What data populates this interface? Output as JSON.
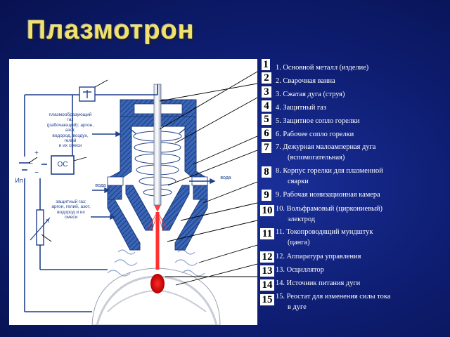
{
  "title": "Плазмотрон",
  "diagram": {
    "gas_label": [
      "плазмообразующий газ",
      "(рабочающий): аргон, азот,",
      "водород, воздух, гелий",
      "и их смеси"
    ],
    "shield_gas_label": [
      "защитный газ:",
      "аргон, гелий, азот,",
      "водород и их",
      "смеси"
    ],
    "os_label": "ОС",
    "ip_label": "Ип",
    "r_label": "R",
    "water_left": "вода",
    "water_right": "вода",
    "plus_sign": "+",
    "minus_sign": "−",
    "minus_sign2": "−"
  },
  "numbers": [
    "1",
    "2",
    "3",
    "4",
    "5",
    "6",
    "7",
    "8",
    "9",
    "10",
    "11",
    "12",
    "13",
    "14",
    "15"
  ],
  "legend": [
    {
      "line1": "1. Основной металл (изделие)",
      "line2": ""
    },
    {
      "line1": "2. Сварочная ванна",
      "line2": ""
    },
    {
      "line1": "3. Сжатая дуга (струя)",
      "line2": ""
    },
    {
      "line1": "4. Защитный газ",
      "line2": ""
    },
    {
      "line1": "5. Защитное сопло горелки",
      "line2": ""
    },
    {
      "line1": "6. Рабочее сопло горелки",
      "line2": ""
    },
    {
      "line1": "7. Дежурная малоамперная дуга",
      "line2": "(вспомогательная)"
    },
    {
      "line1": "8. Корпус горелки для плазменной",
      "line2": "сварки"
    },
    {
      "line1": "9. Рабочая ионизационная камера",
      "line2": ""
    },
    {
      "line1": "10. Вольфрамовый (циркониевый)",
      "line2": "электрод"
    },
    {
      "line1": "11. Токопроводящий мундштук",
      "line2": "(цанга)"
    },
    {
      "line1": "12. Аппаратура управления",
      "line2": ""
    },
    {
      "line1": "13. Осциллятор",
      "line2": ""
    },
    {
      "line1": "14. Источник питания дуги",
      "line2": ""
    },
    {
      "line1": "15. Реостат для изменения силы тока",
      "line2": "в дуге"
    }
  ]
}
